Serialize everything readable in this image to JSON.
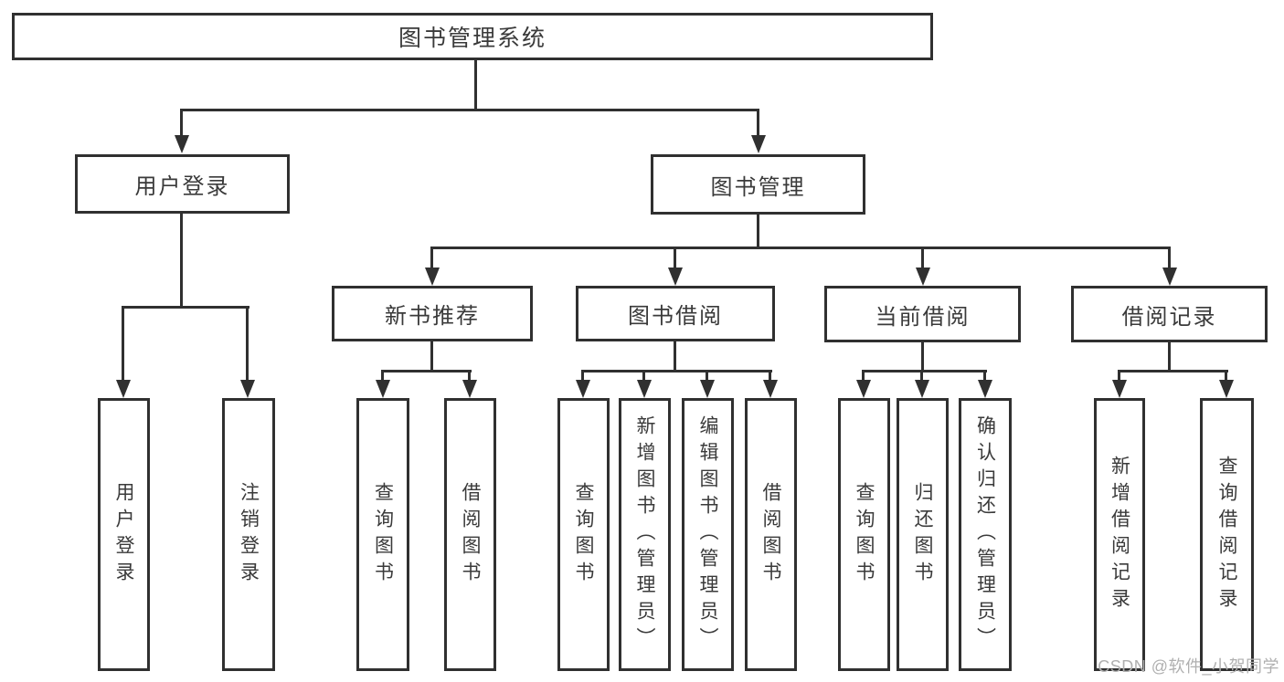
{
  "tree": {
    "label": "图书管理系统",
    "children": [
      {
        "label": "用户登录",
        "children": [
          {
            "label": "用户登录"
          },
          {
            "label": "注销登录"
          }
        ]
      },
      {
        "label": "图书管理",
        "children": [
          {
            "label": "新书推荐",
            "children": [
              {
                "label": "查询图书"
              },
              {
                "label": "借阅图书"
              }
            ]
          },
          {
            "label": "图书借阅",
            "children": [
              {
                "label": "查询图书"
              },
              {
                "label": "新增图书（管理员）"
              },
              {
                "label": "编辑图书（管理员）"
              },
              {
                "label": "借阅图书"
              }
            ]
          },
          {
            "label": "当前借阅",
            "children": [
              {
                "label": "查询图书"
              },
              {
                "label": "归还图书"
              },
              {
                "label": "确认归还（管理员）"
              }
            ]
          },
          {
            "label": "借阅记录",
            "children": [
              {
                "label": "新增借阅记录"
              },
              {
                "label": "查询借阅记录"
              }
            ]
          }
        ]
      }
    ]
  },
  "watermark": "CSDN @软件_小贺同学",
  "colors": {
    "line": "#303030",
    "text": "#3a3a3a",
    "watermark": "#b0b0b0",
    "background": "#ffffff"
  }
}
